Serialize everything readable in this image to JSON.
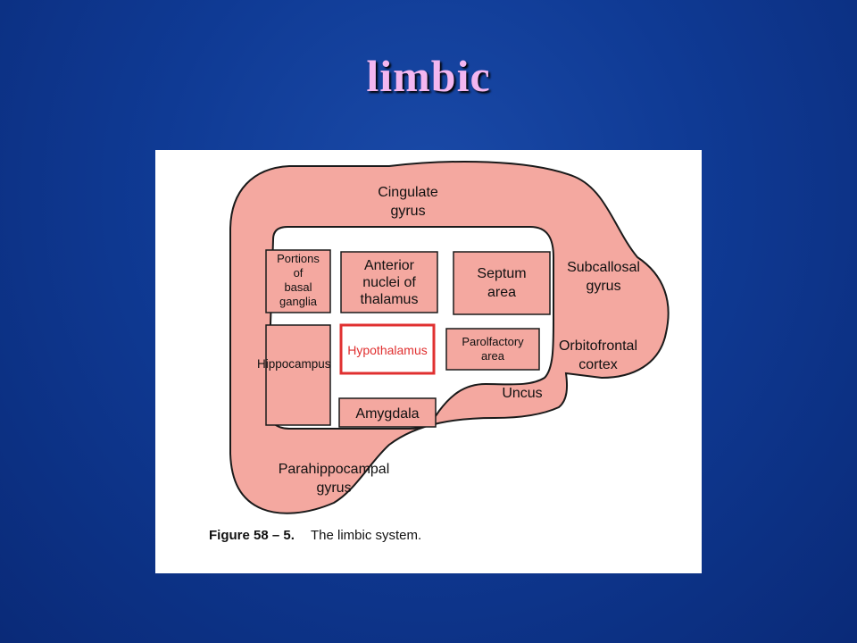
{
  "slide": {
    "title": "limbic"
  },
  "figure": {
    "outer_regions": {
      "cingulate_line1": "Cingulate",
      "cingulate_line2": "gyrus",
      "subcallosal_line1": "Subcallosal",
      "subcallosal_line2": "gyrus",
      "orbitofrontal_line1": "Orbitofrontal",
      "orbitofrontal_line2": "cortex",
      "uncus": "Uncus",
      "parahippocampal_line1": "Parahippocampal",
      "parahippocampal_line2": "gyrus"
    },
    "boxes": {
      "basal_line1": "Portions",
      "basal_line2": "of",
      "basal_line3": "basal",
      "basal_line4": "ganglia",
      "anterior_line1": "Anterior",
      "anterior_line2": "nuclei of",
      "anterior_line3": "thalamus",
      "septum_line1": "Septum",
      "septum_line2": "area",
      "hippocampus": "Hippocampus",
      "hypothalamus": "Hypothalamus",
      "parolfactory_line1": "Parolfactory",
      "parolfactory_line2": "area",
      "amygdala": "Amygdala"
    },
    "caption": {
      "label": "Figure 58 – 5.",
      "text": "The limbic system."
    },
    "colors": {
      "region_fill": "#f4a8a0",
      "outline": "#1a1a1a",
      "highlight": "#e03030"
    }
  }
}
